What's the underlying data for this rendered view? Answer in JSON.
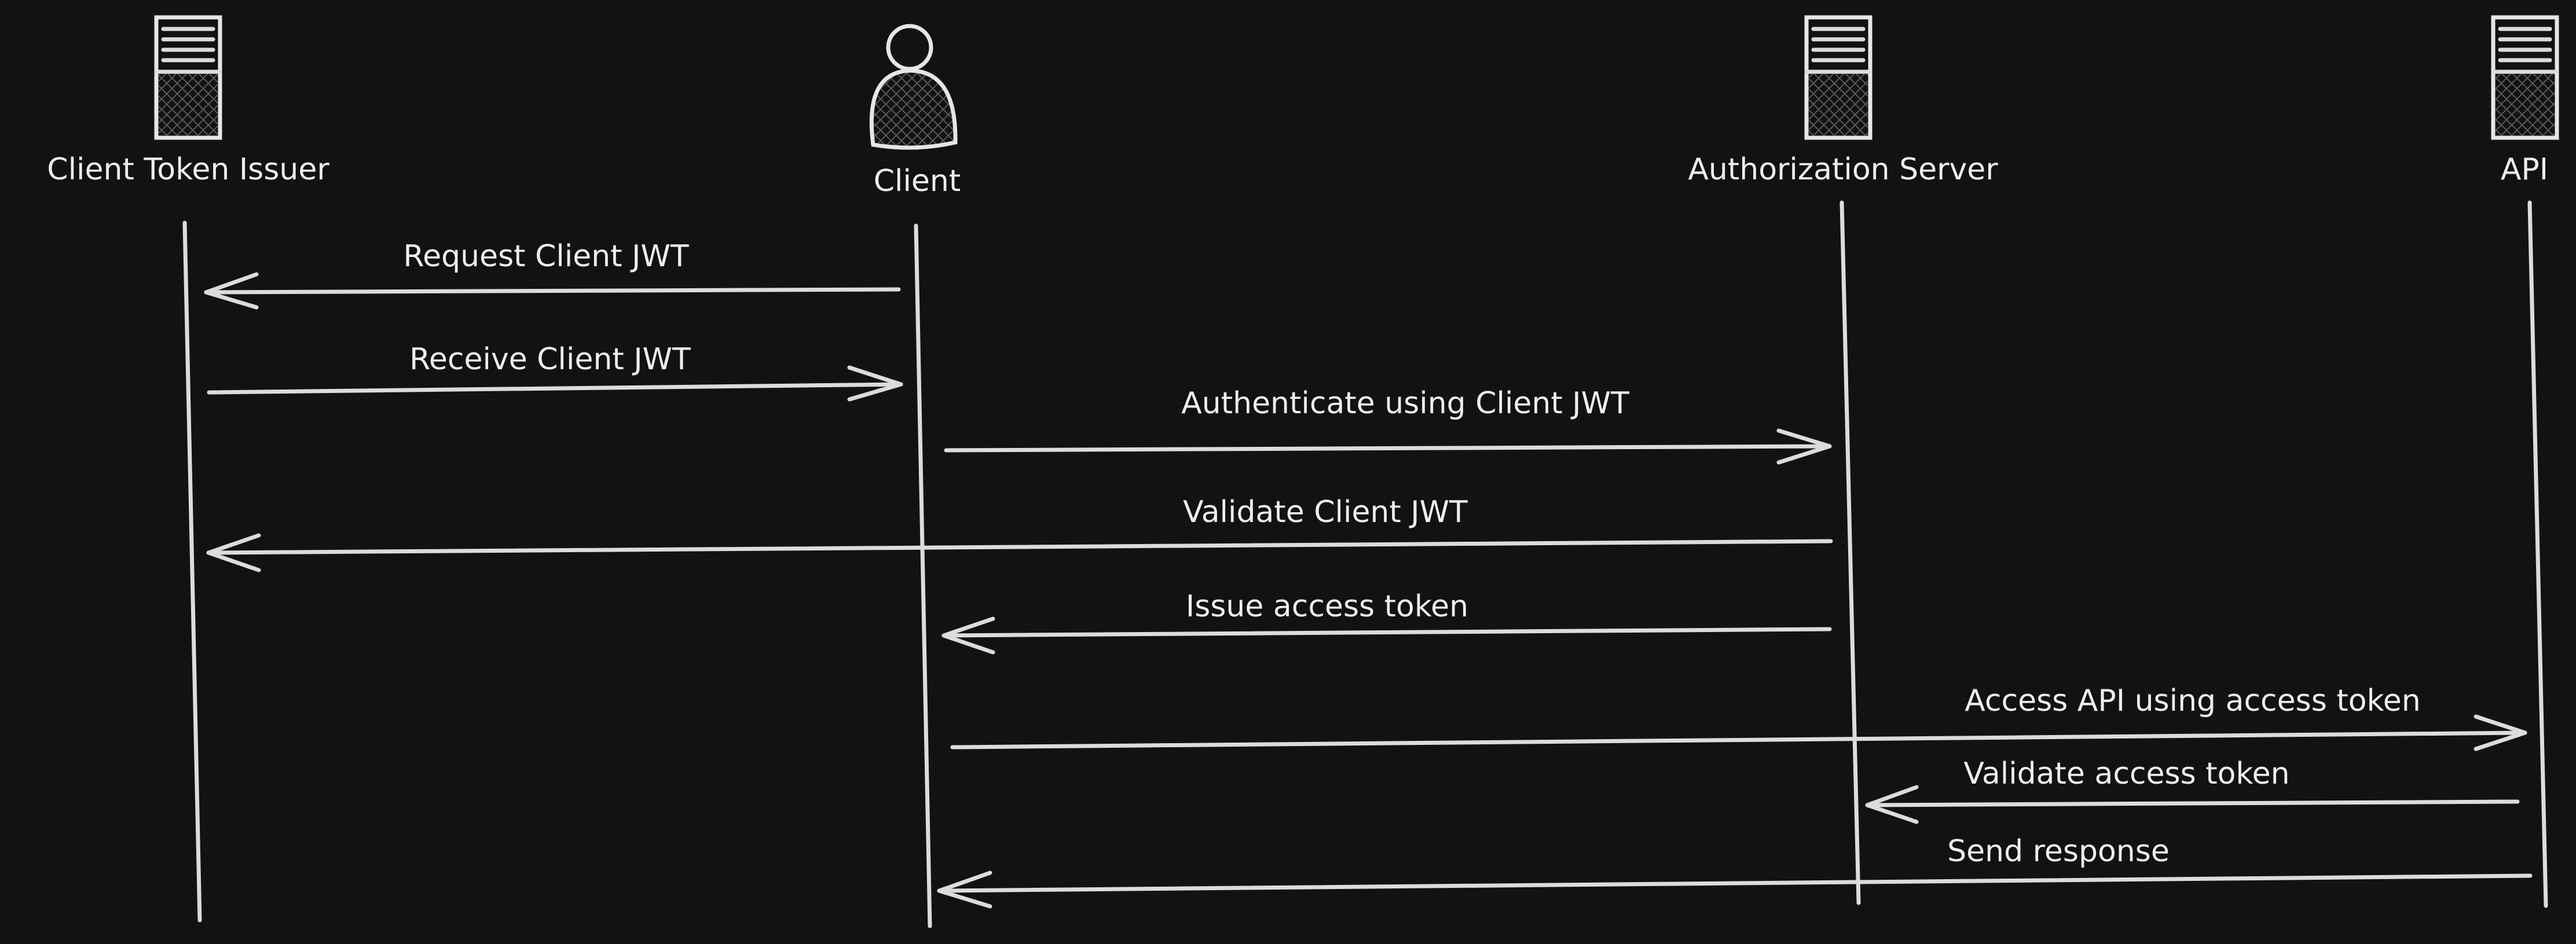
{
  "participants": [
    {
      "name": "Client Token Issuer",
      "icon": "server-icon"
    },
    {
      "name": "Client",
      "icon": "person-icon"
    },
    {
      "name": "Authorization Server",
      "icon": "server-icon"
    },
    {
      "name": "API",
      "icon": "server-icon"
    }
  ],
  "messages": [
    {
      "label": "Request Client JWT",
      "from": "Client",
      "to": "Client Token Issuer"
    },
    {
      "label": "Receive Client JWT",
      "from": "Client Token Issuer",
      "to": "Client"
    },
    {
      "label": "Authenticate using Client JWT",
      "from": "Client",
      "to": "Authorization Server"
    },
    {
      "label": "Validate Client JWT",
      "from": "Authorization Server",
      "to": "Client Token Issuer"
    },
    {
      "label": "Issue access token",
      "from": "Authorization Server",
      "to": "Client"
    },
    {
      "label": "Access API using access token",
      "from": "Client",
      "to": "API"
    },
    {
      "label": "Validate access token",
      "from": "API",
      "to": "Authorization Server"
    },
    {
      "label": "Send response",
      "from": "API",
      "to": "Client"
    }
  ],
  "colors": {
    "background": "#121212",
    "stroke": "#dcdcdc",
    "text": "#eeeeee"
  }
}
